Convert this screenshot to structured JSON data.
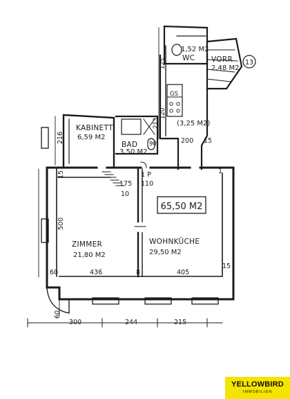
{
  "rooms": {
    "kabinett": {
      "name": "KABINETT",
      "area": "6,59 M2"
    },
    "bad": {
      "name": "BAD",
      "area": "3,50 M2"
    },
    "zimmer": {
      "name": "ZIMMER",
      "area": "21,80 M2"
    },
    "wohnkueche": {
      "name": "WOHNKÜCHE",
      "area": "29,50 M2"
    },
    "wc": {
      "name": "WC",
      "area": "1,52 M2"
    },
    "vorr": {
      "name": "VORR",
      "area": "2,48 M2"
    },
    "kitchen": {
      "area": "(3,25 M2)",
      "appliance": "GS"
    }
  },
  "total_area": "65,50 M2",
  "unit_number": "13",
  "door_label": "1 P",
  "dimensions": {
    "d216": "216",
    "d500": "500",
    "d15a": "15",
    "d60a": "60",
    "d436": "436",
    "d8": "8",
    "d405": "405",
    "d15b": "15",
    "d60b": "60",
    "d300": "300",
    "d244": "244",
    "d215": "215",
    "d175": "175",
    "d110": "110",
    "d10": "10",
    "d200": "200",
    "d15c": "15",
    "d1": "1",
    "d90": "90",
    "d120": "120",
    "d125": "125",
    "d213": "213"
  },
  "logo": {
    "name": "YELLOWBIRD",
    "tagline": "IMMOBILIEN"
  }
}
